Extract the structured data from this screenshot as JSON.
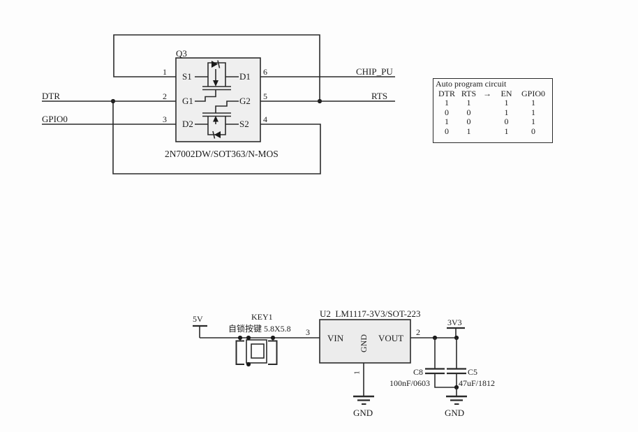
{
  "colors": {
    "line": "#2a2a2a",
    "q3_box_fill": "#efefef",
    "u2_box_fill": "#ececec",
    "background": "#fdfdfd"
  },
  "q3": {
    "ref": "Q3",
    "part": "2N7002DW/SOT363/N-MOS",
    "pin_numbers": {
      "p1": "1",
      "p2": "2",
      "p3": "3",
      "p4": "4",
      "p5": "5",
      "p6": "6"
    },
    "pin_names": {
      "s1": "S1",
      "d1": "D1",
      "g1": "G1",
      "g2": "G2",
      "d2": "D2",
      "s2": "S2"
    },
    "nets": {
      "dtr": "DTR",
      "gpio0": "GPIO0",
      "chip_pu": "CHIP_PU",
      "rts": "RTS"
    }
  },
  "truth_table": {
    "title": "Auto program circuit",
    "col_headers": [
      "DTR",
      "RTS",
      "→",
      "EN",
      "GPIO0"
    ],
    "rows": [
      [
        "1",
        "1",
        "1",
        "1"
      ],
      [
        "0",
        "0",
        "1",
        "1"
      ],
      [
        "1",
        "0",
        "0",
        "1"
      ],
      [
        "0",
        "1",
        "1",
        "0"
      ]
    ]
  },
  "power": {
    "rail_5v": "5V",
    "rail_3v3": "3V3",
    "key": {
      "ref": "KEY1",
      "desc": "自锁按键 5.8X5.8"
    },
    "u2": {
      "title": "U2  LM1117-3V3/SOT-223",
      "vin": "VIN",
      "gnd": "GND",
      "vout": "VOUT",
      "pin_vin": "3",
      "pin_vout": "2",
      "pin_gnd": "1"
    },
    "c8": {
      "ref": "C8",
      "val": "100nF/0603"
    },
    "c5": {
      "ref": "C5",
      "val": "47uF/1812"
    },
    "gnd": "GND"
  }
}
